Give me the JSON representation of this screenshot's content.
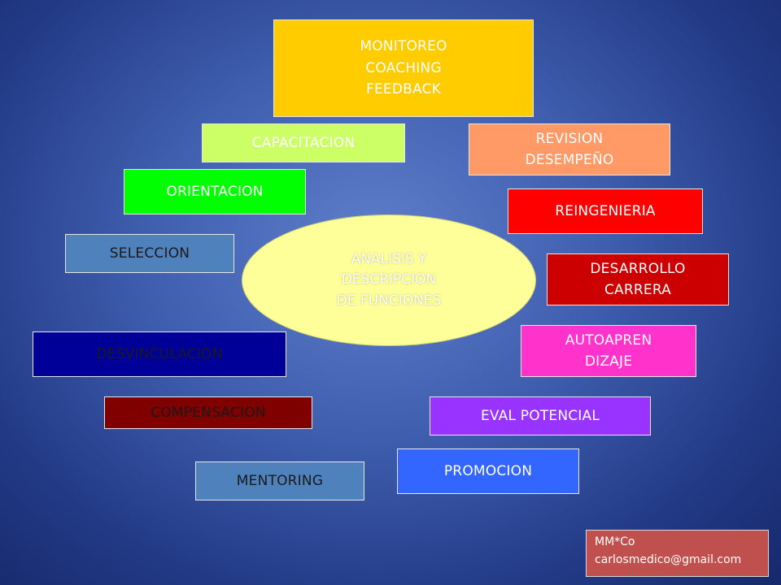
{
  "center": {
    "lines": [
      "ANALISIS Y",
      "DESCRIPCION",
      "DE FUNCIONES"
    ]
  },
  "boxes": [
    {
      "id": "monitoreo-coaching-feedback",
      "lines": [
        "MONITOREO",
        "COACHING",
        "FEEDBACK"
      ],
      "bg": "#ffcc00",
      "color": "#ffffff"
    },
    {
      "id": "capacitacion",
      "lines": [
        "CAPACITACION"
      ],
      "bg": "#ccff66",
      "color": "#ffffff"
    },
    {
      "id": "revision-desempeno",
      "lines": [
        "REVISION",
        "DESEMPEÑO"
      ],
      "bg": "#ff9966",
      "color": "#ffffff"
    },
    {
      "id": "orientacion",
      "lines": [
        "ORIENTACION"
      ],
      "bg": "#00ff00",
      "color": "#ffffff"
    },
    {
      "id": "reingenieria",
      "lines": [
        "REINGENIERIA"
      ],
      "bg": "#ff0000",
      "color": "#ffffff"
    },
    {
      "id": "seleccion",
      "lines": [
        "SELECCION"
      ],
      "bg": "#4f81bd",
      "color": "#1a1a1a"
    },
    {
      "id": "desarrollo-carrera",
      "lines": [
        "DESARROLLO",
        "CARRERA"
      ],
      "bg": "#cc0000",
      "color": "#ffffff"
    },
    {
      "id": "desvinculacion",
      "lines": [
        "DESVINCULACION"
      ],
      "bg": "#000099",
      "color": "#1a1a1a"
    },
    {
      "id": "autoaprendizaje",
      "lines": [
        "AUTOAPREN",
        "DIZAJE"
      ],
      "bg": "#ff33cc",
      "color": "#ffffff"
    },
    {
      "id": "compensacion",
      "lines": [
        "COMPENSACION"
      ],
      "bg": "#800000",
      "color": "#1a1a1a"
    },
    {
      "id": "eval-potencial",
      "lines": [
        "EVAL POTENCIAL"
      ],
      "bg": "#9933ff",
      "color": "#ffffff"
    },
    {
      "id": "promocion",
      "lines": [
        "PROMOCION"
      ],
      "bg": "#3366ff",
      "color": "#ffffff"
    },
    {
      "id": "mentoring",
      "lines": [
        "MENTORING"
      ],
      "bg": "#4f81bd",
      "color": "#1a1a1a"
    }
  ],
  "credit": {
    "line1": "MM*Co",
    "line2": "carlosmedico@gmail.com",
    "bg": "#c0504d"
  }
}
